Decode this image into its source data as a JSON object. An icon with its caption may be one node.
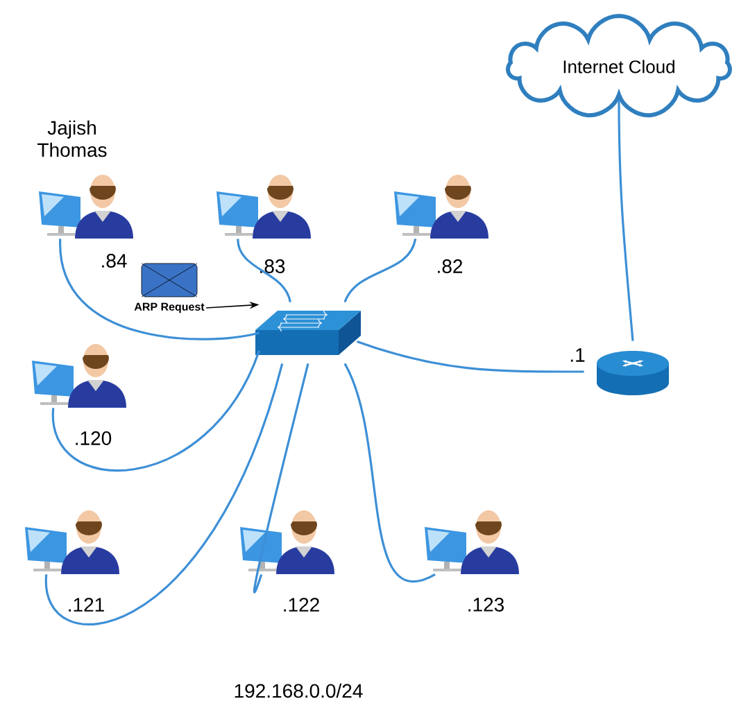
{
  "diagram": {
    "nodes": [
      {
        "text": [
          "Internet Cloud"
        ]
      },
      {
        "text": [],
        "shape": "computer",
        "beside": [
          "Jajish Thomas",
          ".84"
        ]
      },
      {
        "text": [],
        "shape": "computer",
        "beside": [
          ".83"
        ]
      },
      {
        "text": [],
        "shape": "computer",
        "beside": [
          ".82"
        ]
      },
      {
        "text": [
          "ARP Request"
        ]
      },
      {
        "text": [],
        "shape": "box"
      },
      {
        "text": [],
        "shape": "cylinder",
        "beside": [
          ".1"
        ]
      },
      {
        "text": [],
        "shape": "computer",
        "beside": [
          ".120"
        ]
      },
      {
        "text": [],
        "shape": "computer",
        "beside": [
          ".121"
        ]
      },
      {
        "text": [],
        "shape": "computer",
        "beside": [
          ".122"
        ]
      },
      {
        "text": [],
        "shape": "computer",
        "beside": [
          ".123"
        ]
      }
    ],
    "edges": [
      {
        "from": 1,
        "to": 5,
        "arrow": "none"
      },
      {
        "from": 2,
        "to": 5,
        "arrow": "none"
      },
      {
        "from": 3,
        "to": 5,
        "arrow": "none"
      },
      {
        "from": 7,
        "to": 5,
        "arrow": "none"
      },
      {
        "from": 8,
        "to": 5,
        "arrow": "none"
      },
      {
        "from": 9,
        "to": 5,
        "arrow": "none"
      },
      {
        "from": 10,
        "to": 5,
        "arrow": "none"
      },
      {
        "from": 6,
        "to": 5,
        "arrow": "none"
      },
      {
        "from": 6,
        "to": 0,
        "arrow": "none"
      },
      {
        "from": 4,
        "to": 5,
        "arrow": "to",
        "color": "#000000"
      }
    ],
    "labels": [
      "192.168.0.0/24"
    ]
  }
}
